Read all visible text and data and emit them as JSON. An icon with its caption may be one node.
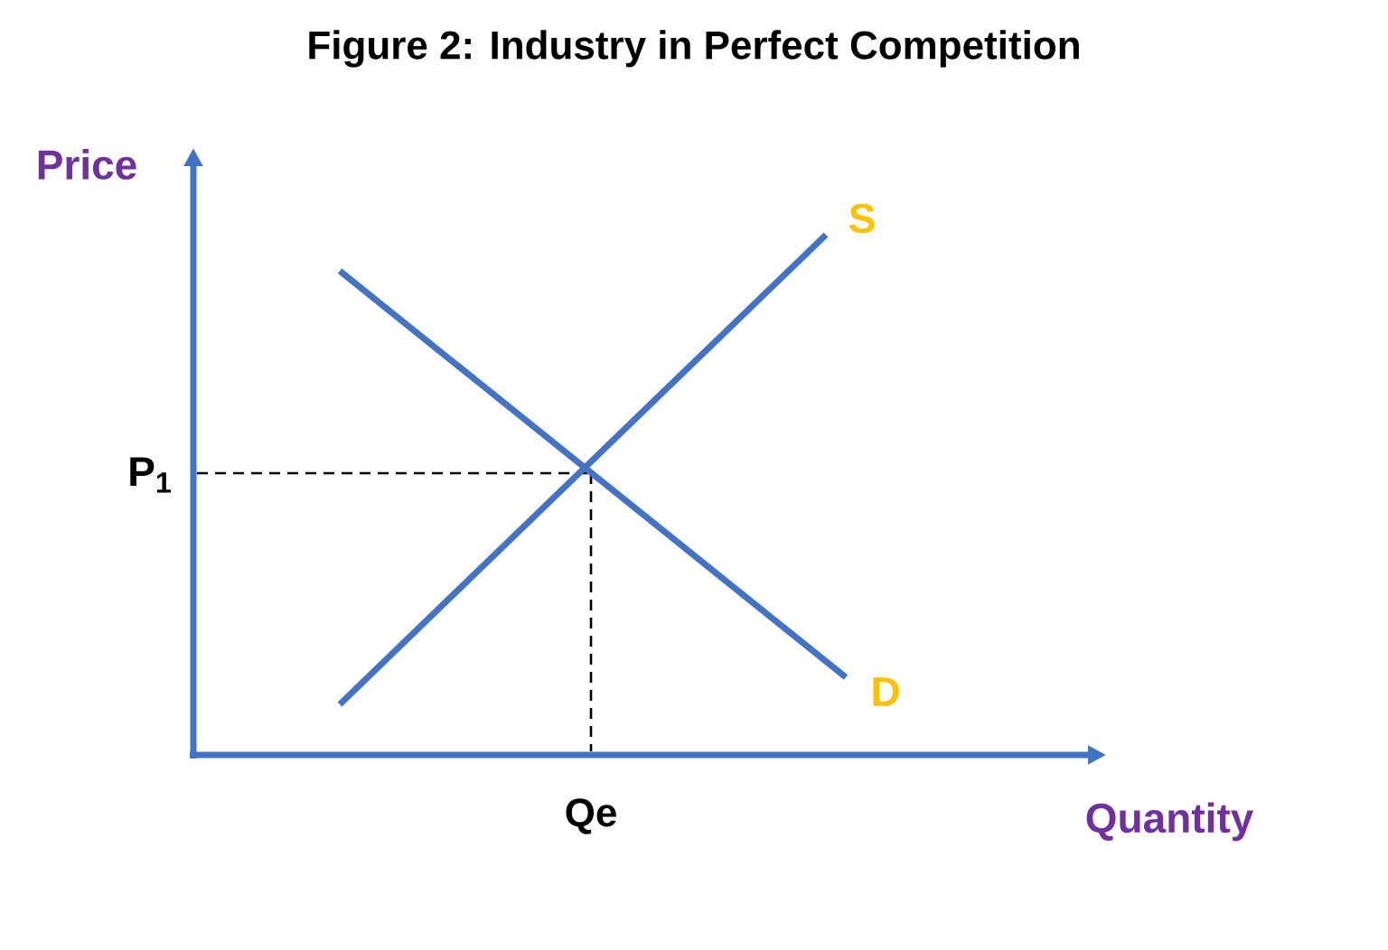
{
  "diagram": {
    "title": "Figure 2: Industry in Perfect Competition",
    "labels": [
      "Price",
      "S",
      "P$_{1}$",
      "D",
      "Qe",
      "Quantity"
    ]
  }
}
